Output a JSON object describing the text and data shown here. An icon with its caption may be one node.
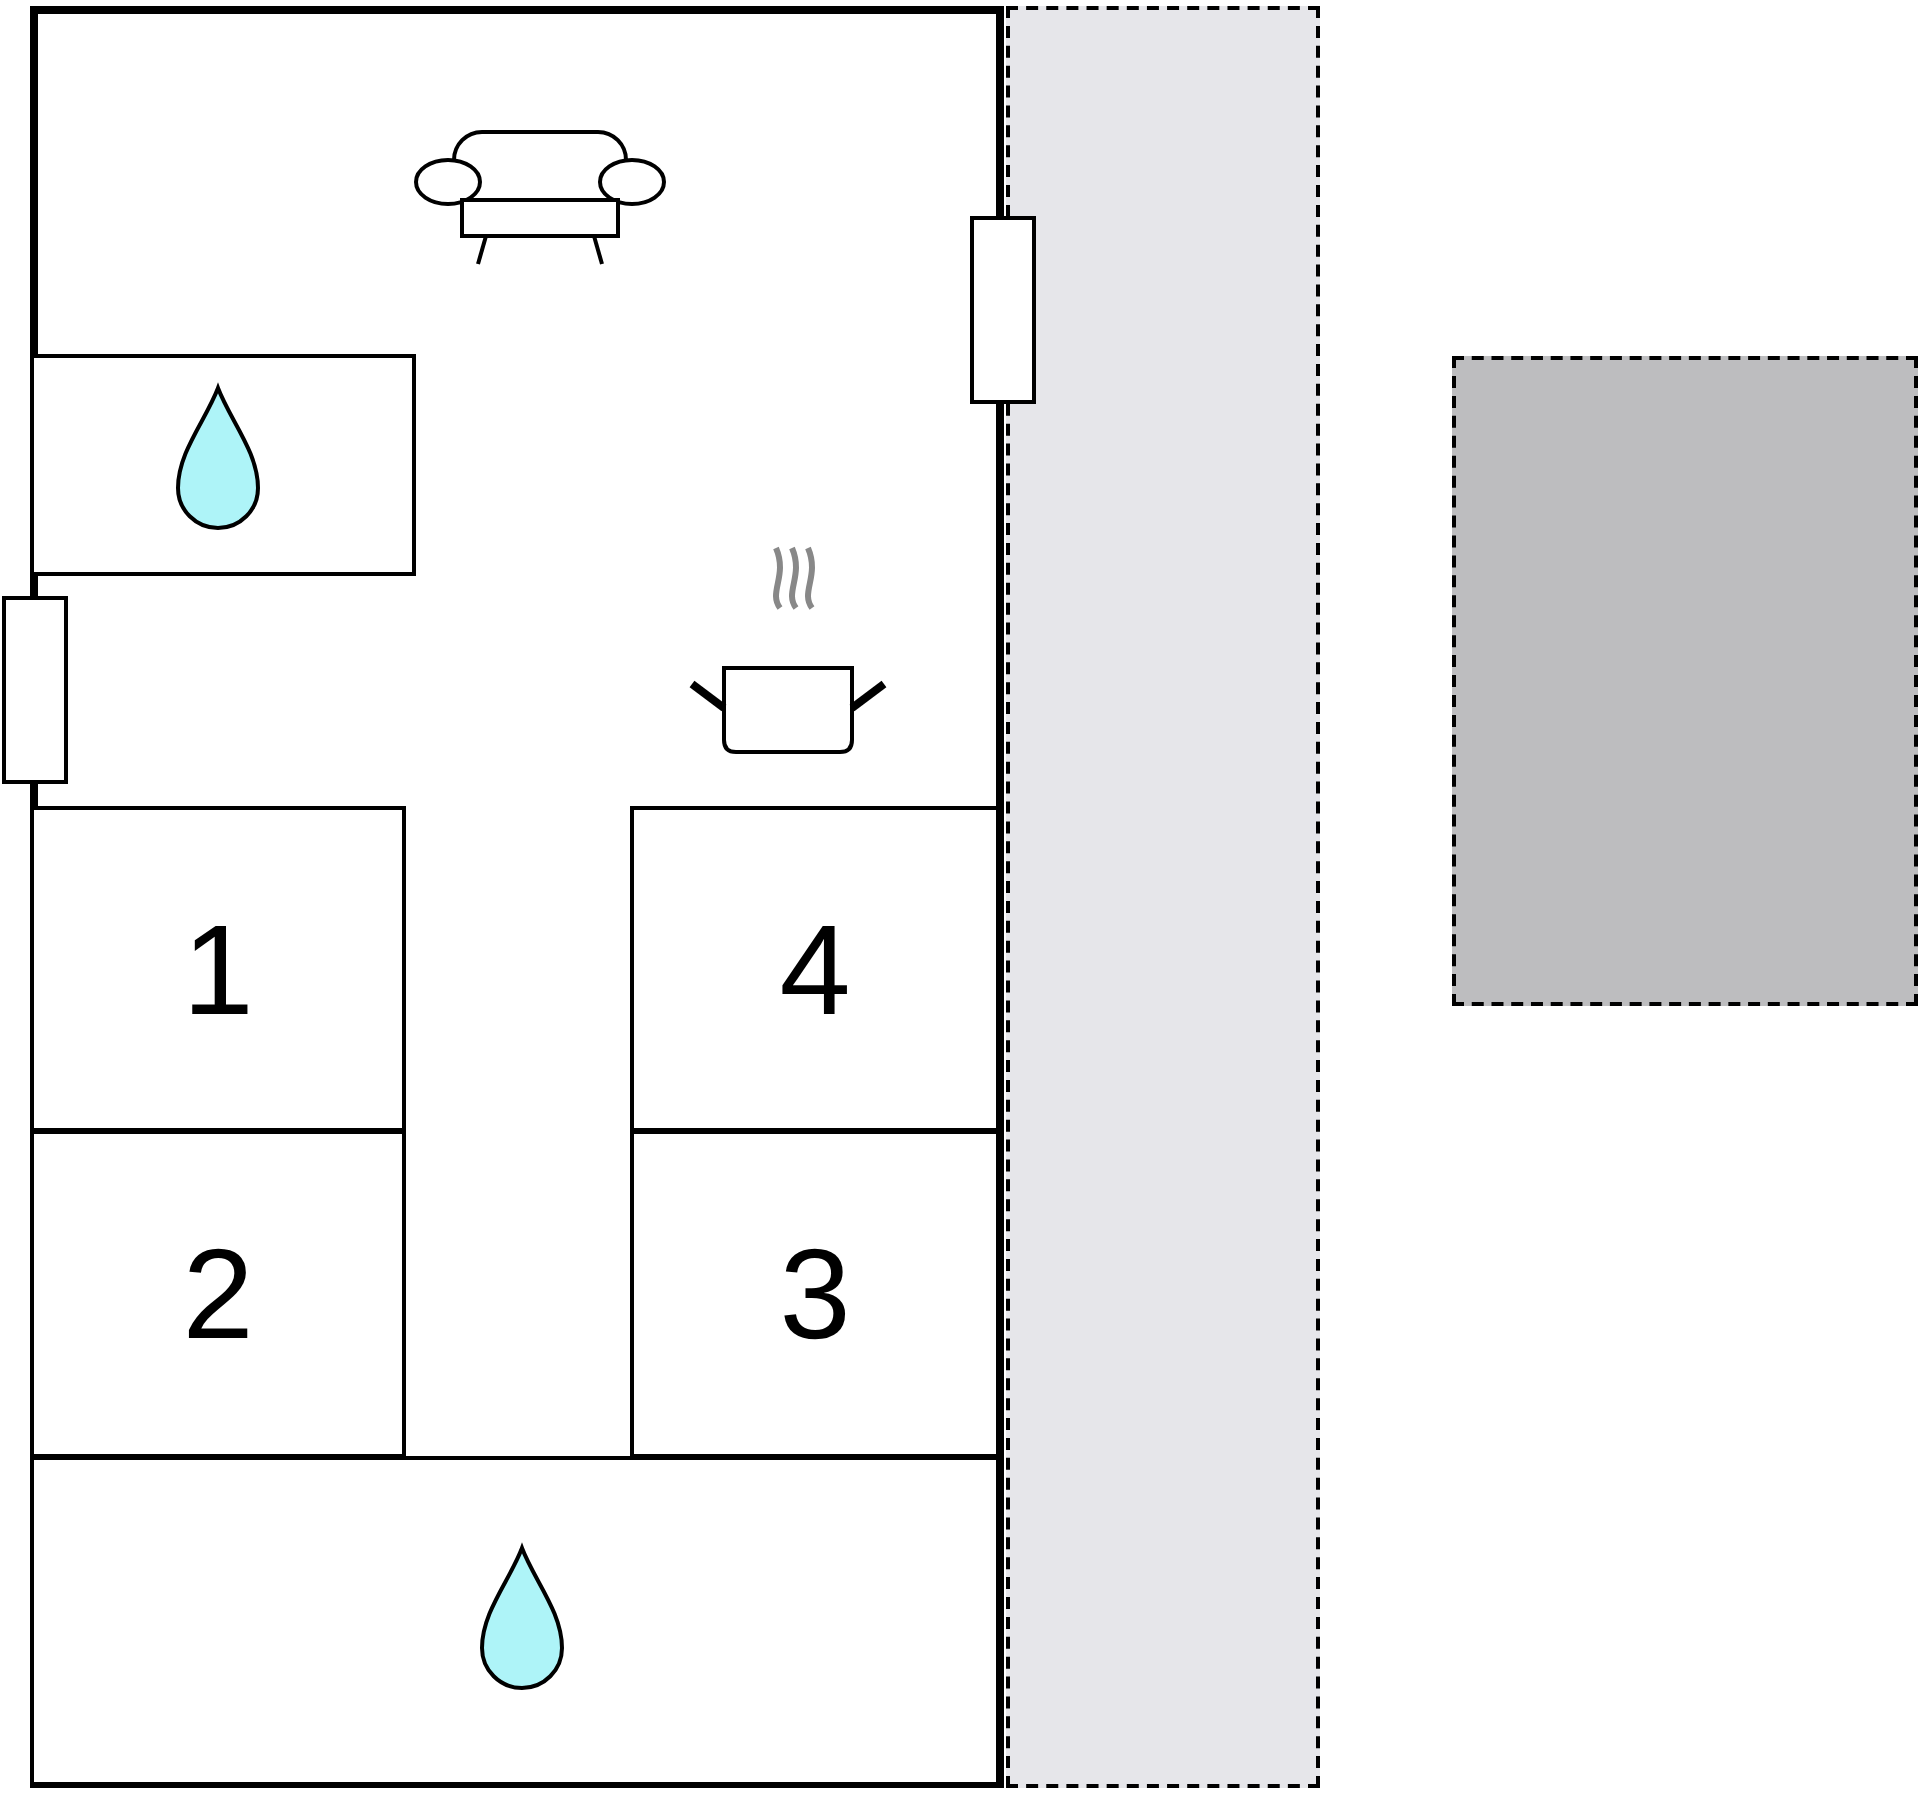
{
  "diagram": {
    "nodes": [
      {
        "text": [],
        "shape": "box"
      },
      {
        "text": [],
        "shape": "box",
        "in": 0
      },
      {
        "text": [
          "1"
        ],
        "in": 0
      },
      {
        "text": [
          "4"
        ],
        "in": 0
      },
      {
        "text": [
          "2"
        ],
        "in": 0
      },
      {
        "text": [
          "3"
        ],
        "in": 0
      },
      {
        "text": [],
        "shape": "box",
        "in": 0
      },
      {
        "text": [],
        "shape": "box"
      },
      {
        "text": [],
        "shape": "box"
      },
      {
        "text": [],
        "shape": "box"
      },
      {
        "text": [],
        "shape": "box"
      }
    ]
  }
}
